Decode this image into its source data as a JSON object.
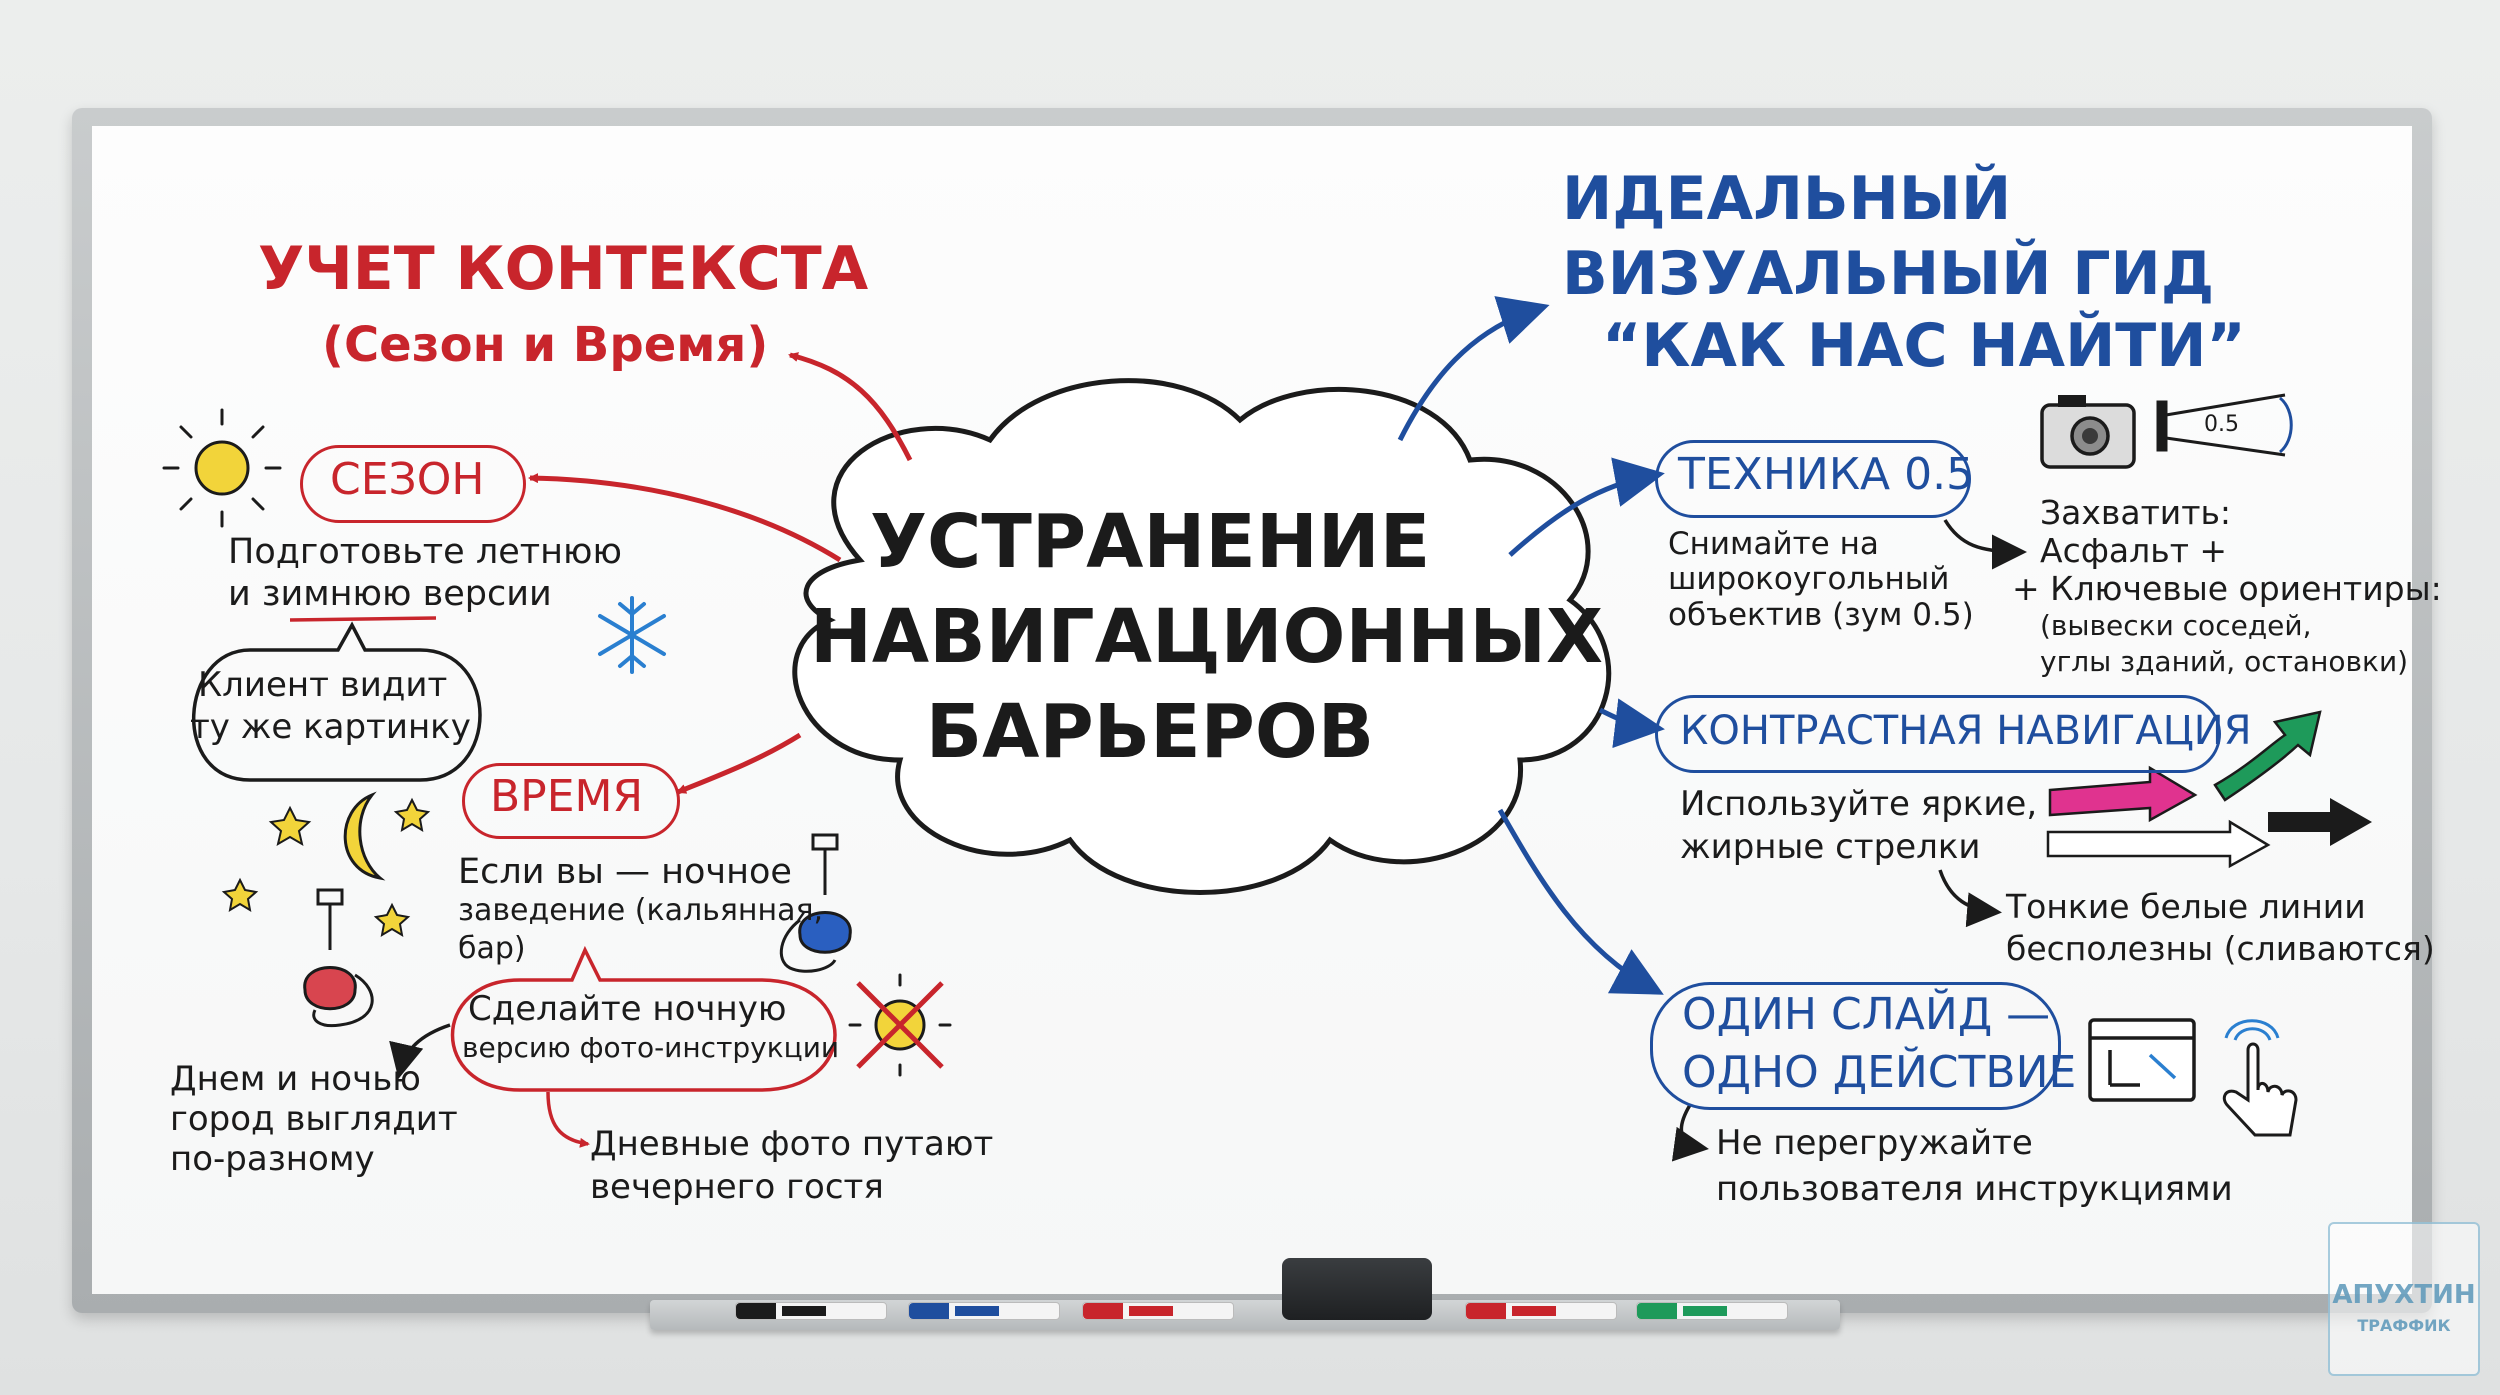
{
  "center": {
    "line1": "УСТРАНЕНИЕ",
    "line2": "НАВИГАЦИОННЫХ",
    "line3": "БАРЬЕРОВ"
  },
  "left": {
    "title_line1": "УЧЕТ КОНТЕКСТА",
    "title_line2": "(Сезон и Время)",
    "season": {
      "label": "СЕЗОН",
      "text_line1": "Подготовьте летнюю",
      "text_line2_a": "и ",
      "text_line2_b": "зимнюю",
      "text_line2_c": " версии",
      "bubble_line1": "Клиент видит",
      "bubble_line2": "ту же картинку"
    },
    "time": {
      "label": "ВРЕМЯ",
      "text_line1": "Если вы — ночное",
      "text_line2": "заведение (кальянная,",
      "text_line3": "бар)",
      "bubble_line1": "Сделайте ночную",
      "bubble_line2": "версию фото-инструкции",
      "side_line1": "Днем и ночью",
      "side_line2": "город выглядит",
      "side_line3": "по-разному",
      "note_line1": "Дневные фото путают",
      "note_line2": "вечернего гостя"
    }
  },
  "right": {
    "title_line1": "ИДЕАЛЬНЫЙ",
    "title_line2": "ВИЗУАЛЬНЫЙ ГИД",
    "title_line3": "“КАК НАС НАЙТИ”",
    "technique": {
      "label": "ТЕХНИКА 0.5",
      "text_line1": "Снимайте на",
      "text_line2": "широкоугольный",
      "text_line3": "объектив (зум 0.5)",
      "capture_line1": "Захватить:",
      "capture_line2": "Асфальт +",
      "capture_line3": "+ Ключевые ориентиры:",
      "capture_line4": "(вывески соседей,",
      "capture_line5": "углы зданий, остановки)",
      "lens_label": "0.5"
    },
    "contrast": {
      "label": "КОНТРАСТНАЯ НАВИГАЦИЯ",
      "text_line1": "Используйте яркие,",
      "text_line2": "жирные стрелки",
      "note_line1": "Тонкие белые линии",
      "note_line2": "бесполезны (сливаются)"
    },
    "slide": {
      "label_line1": "ОДИН СЛАЙД —",
      "label_line2": "ОДНО ДЕЙСТВИЕ",
      "text_line1": "Не перегружайте",
      "text_line2": "пользователя инструкциями"
    }
  },
  "logo": {
    "line1": "АПУХТИН",
    "line2": "ТРАФФИК"
  },
  "colors": {
    "red": "#c8252c",
    "blue": "#1f4e9e",
    "ink": "#1b1b1b",
    "pink": "#e0338f",
    "green": "#1e9a5a",
    "yellow": "#f2d43a"
  },
  "icons": [
    "sun-icon",
    "snowflake-icon",
    "moon-icon",
    "star-icon",
    "hookah-icon",
    "crossed-sun-icon",
    "camera-icon",
    "wide-lens-icon",
    "slide-window-icon",
    "tap-hand-icon"
  ]
}
